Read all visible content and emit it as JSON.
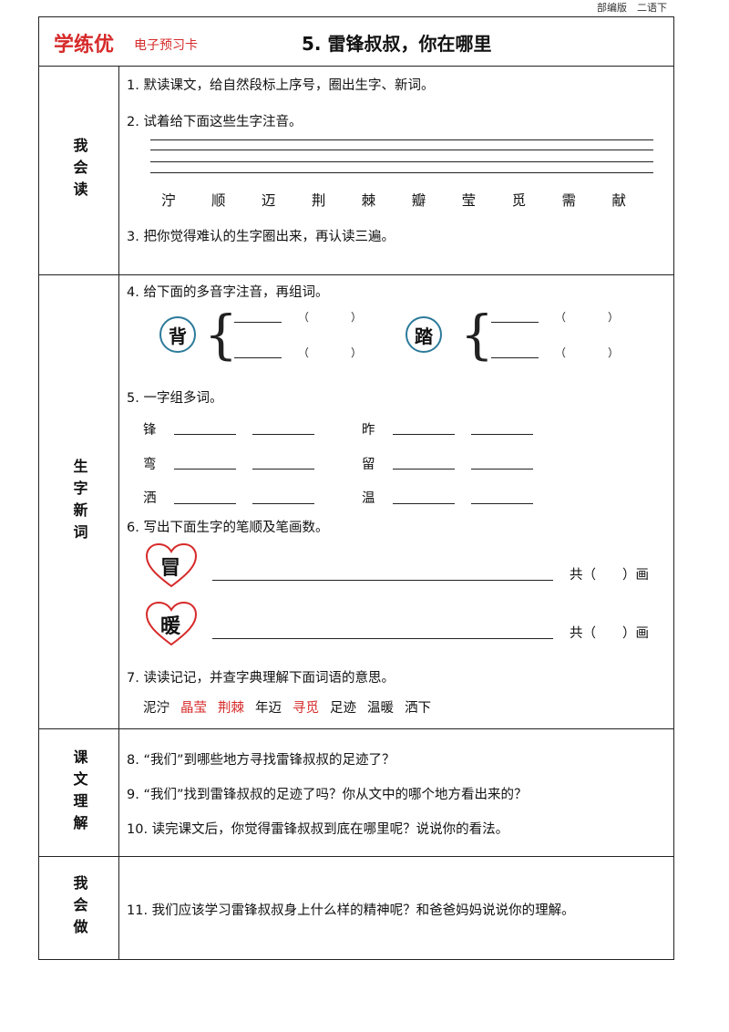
{
  "edition": "部编版　二语下",
  "header": {
    "brand": "学练优",
    "brand_sub": "电子预习卡",
    "lesson_title": "5. 雷锋叔叔，你在哪里"
  },
  "sections": [
    {
      "label": "我会读",
      "questions": [
        "1. 默读课文，给自然段标上序号，圈出生字、新词。",
        "2. 试着给下面这些生字注音。",
        "3. 把你觉得难认的生字圈出来，再认读三遍。"
      ],
      "pinyin_chars": [
        "泞",
        "顺",
        "迈",
        "荆",
        "棘",
        "瓣",
        "莹",
        "觅",
        "需",
        "献"
      ]
    },
    {
      "label": "生字新词",
      "q4": "4. 给下面的多音字注音，再组词。",
      "polyphones": [
        "背",
        "踏"
      ],
      "paren_open": "（",
      "paren_close": "）",
      "q5": "5. 一字组多词。",
      "multi_words_left": [
        "锋",
        "弯",
        "洒"
      ],
      "multi_words_right": [
        "昨",
        "留",
        "温"
      ],
      "q6": "6. 写出下面生字的笔顺及笔画数。",
      "stroke_chars": [
        "冒",
        "暖"
      ],
      "stroke_count_label": "共（　　）画",
      "q7": "7. 读读记记，并查字典理解下面词语的意思。",
      "vocab": [
        {
          "text": "泥泞",
          "color": "#111111"
        },
        {
          "text": "晶莹",
          "color": "#d62a2a"
        },
        {
          "text": "荆棘",
          "color": "#d62a2a"
        },
        {
          "text": "年迈",
          "color": "#111111"
        },
        {
          "text": "寻觅",
          "color": "#d62a2a"
        },
        {
          "text": "足迹",
          "color": "#111111"
        },
        {
          "text": "温暖",
          "color": "#111111"
        },
        {
          "text": "洒下",
          "color": "#111111"
        }
      ]
    },
    {
      "label": "课文理解",
      "questions": [
        "8. “我们”到哪些地方寻找雷锋叔叔的足迹了？",
        "9. “我们”找到雷锋叔叔的足迹了吗？你从文中的哪个地方看出来的？",
        "10. 读完课文后，你觉得雷锋叔叔到底在哪里呢？说说你的看法。"
      ]
    },
    {
      "label": "我会做",
      "questions": [
        "11. 我们应该学习雷锋叔叔身上什么样的精神呢？和爸爸妈妈说说你的理解。"
      ]
    }
  ],
  "colors": {
    "accent_red": "#d62a2a",
    "circle_blue": "#2b7a9a",
    "heart_red": "#d62a2a"
  }
}
